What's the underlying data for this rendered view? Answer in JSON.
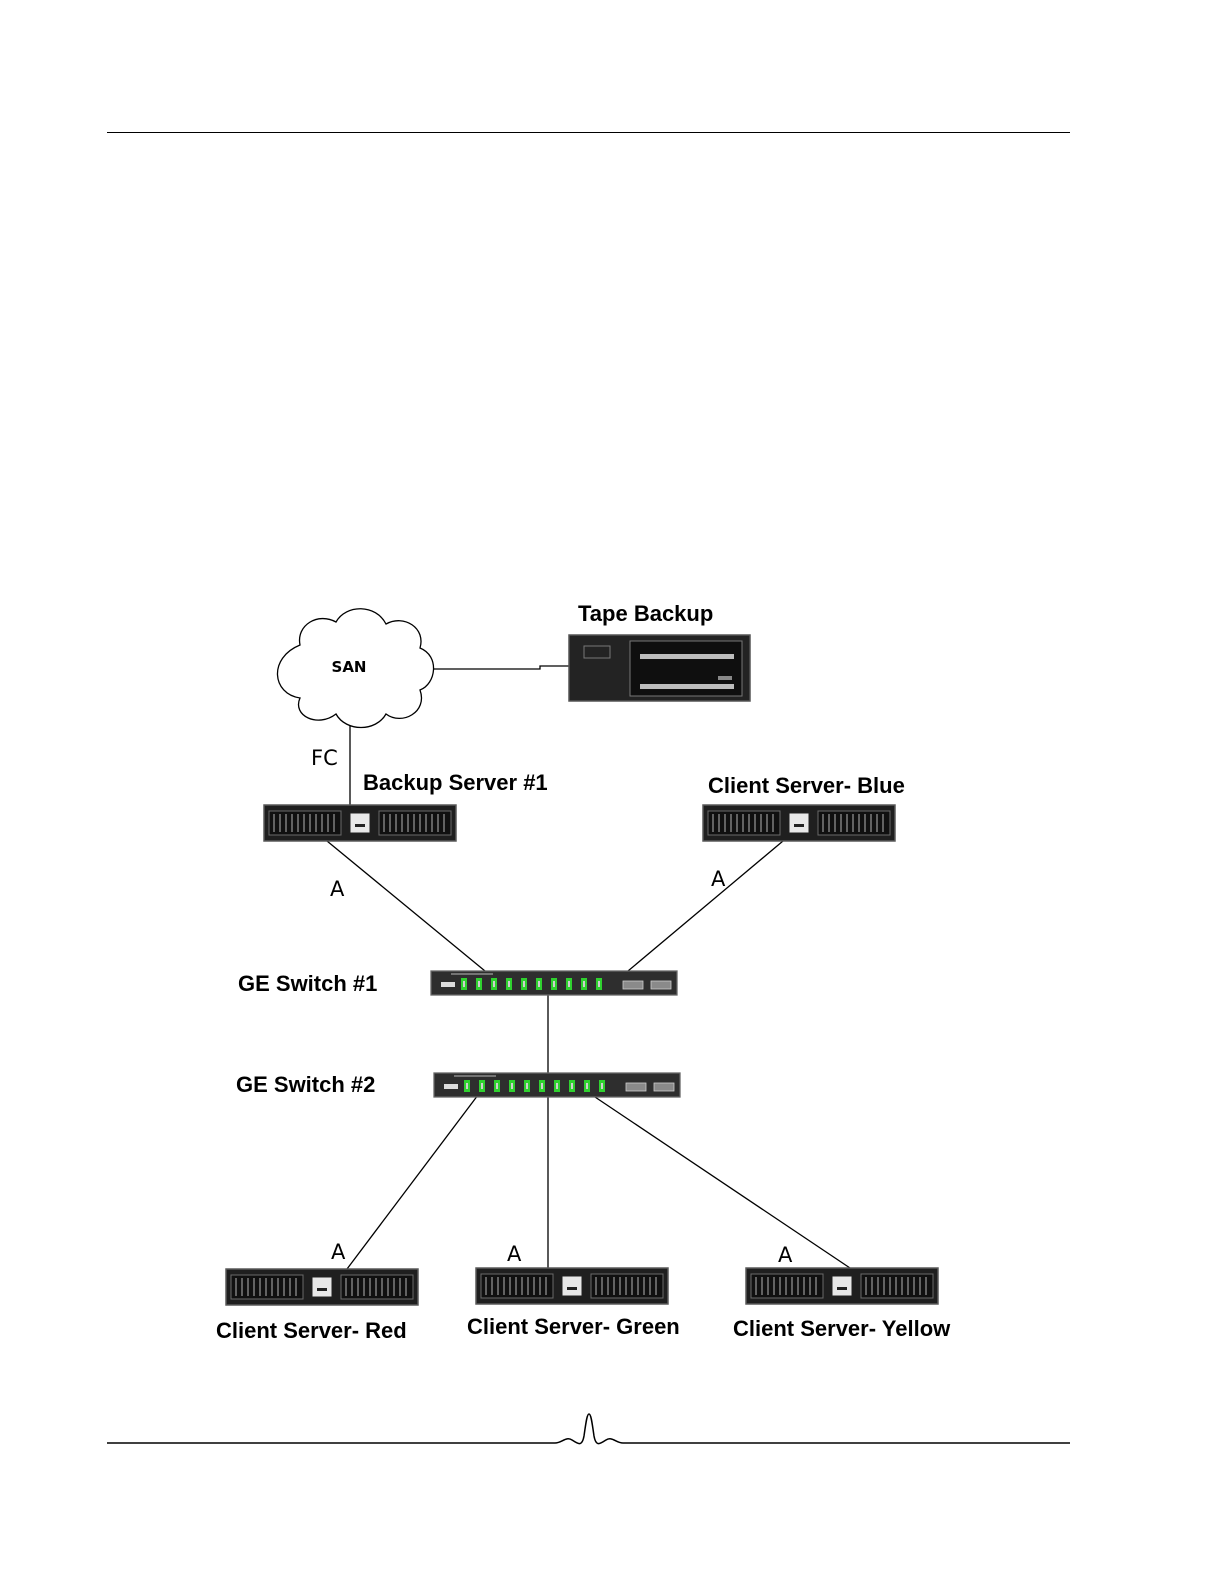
{
  "nodes": {
    "san": {
      "label": "SAN"
    },
    "tape": {
      "label": "Tape Backup"
    },
    "backup_server": {
      "label": "Backup Server #1"
    },
    "client_blue": {
      "label": "Client Server- Blue"
    },
    "switch1": {
      "label": "GE Switch #1"
    },
    "switch2": {
      "label": "GE Switch #2"
    },
    "client_red": {
      "label": "Client Server- Red"
    },
    "client_green": {
      "label": "Client Server- Green"
    },
    "client_yellow": {
      "label": "Client Server- Yellow"
    }
  },
  "links": {
    "fc": "FC",
    "backup_switch1": "A",
    "blue_switch1": "A",
    "red_switch2": "A",
    "green_switch2": "A",
    "yellow_switch2": "A"
  },
  "colors": {
    "port_led": "#2fd12f",
    "device_body": "#2a2a2a",
    "device_face": "#404040"
  }
}
